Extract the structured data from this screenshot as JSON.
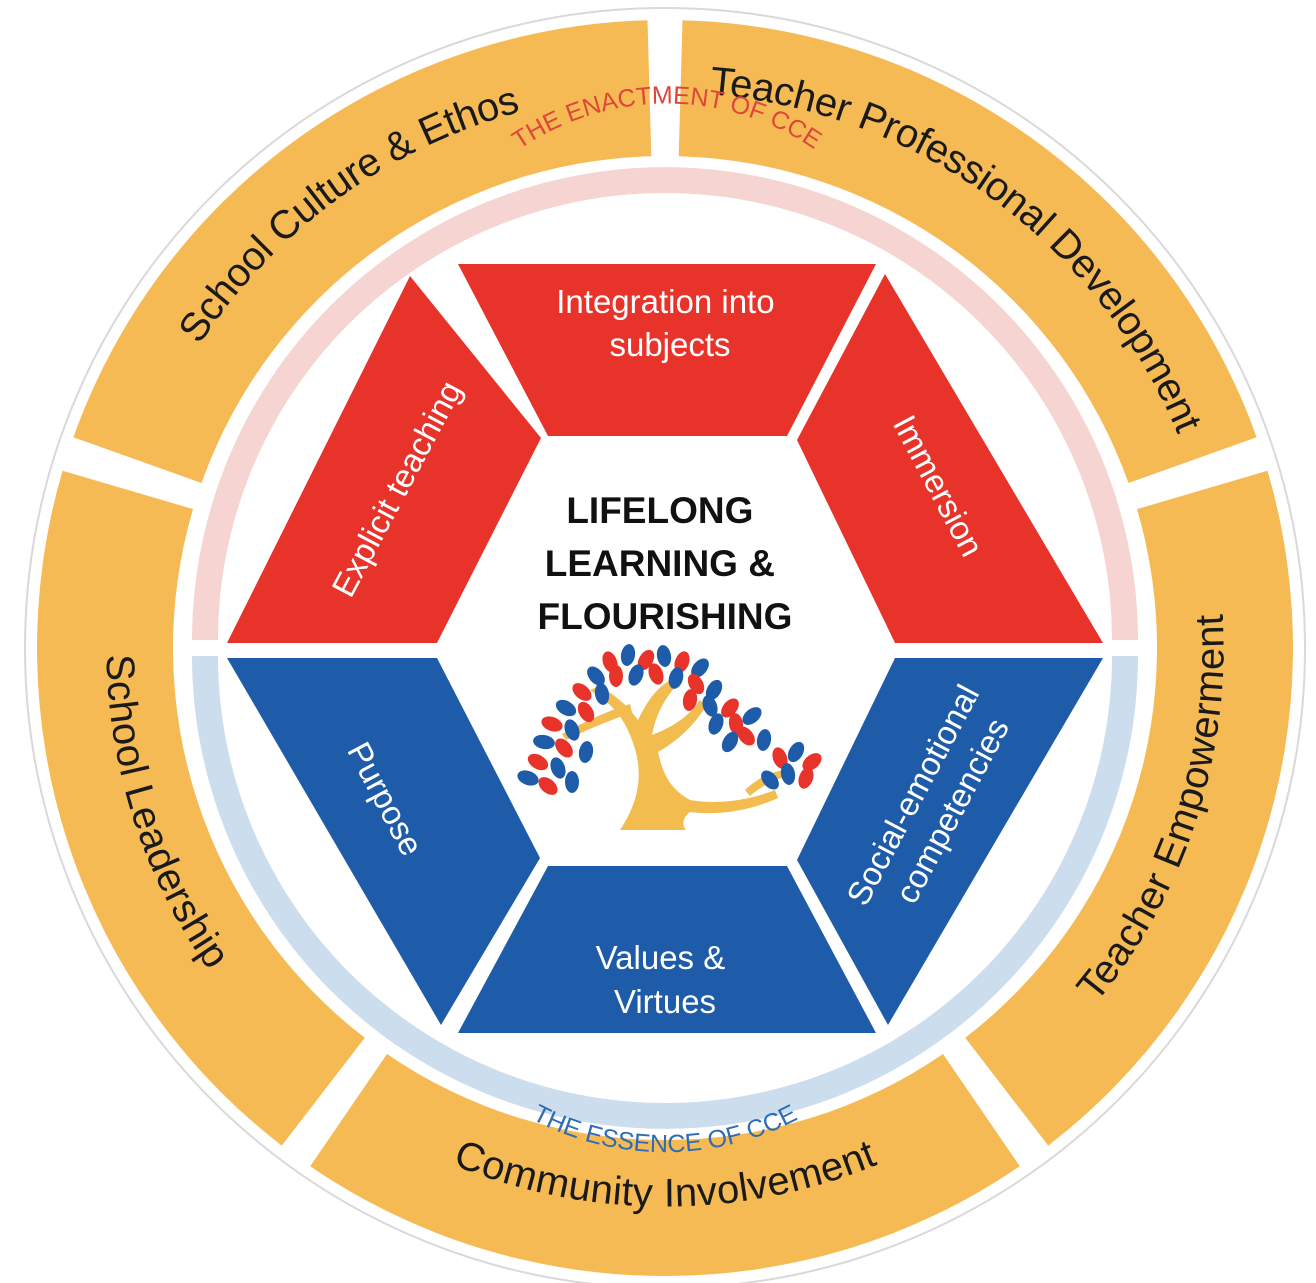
{
  "colors": {
    "outer_ring": "#F6BA55",
    "enactment": "#E8332B",
    "essence": "#1E5CA9",
    "enactment_band": "#F6D4D2",
    "essence_band": "#CCDDEE",
    "enactment_text": "#E0453A",
    "essence_text": "#2E6DB5",
    "tree_trunk": "#F2BD4E"
  },
  "outer_ring": {
    "segments": [
      {
        "label": "School Culture & Ethos"
      },
      {
        "label": "Teacher Professional Development"
      },
      {
        "label": "Teacher Empowerment"
      },
      {
        "label": "Community Involvement"
      },
      {
        "label": "School Leadership"
      }
    ]
  },
  "enactment": {
    "band_label": "THE ENACTMENT OF CCE",
    "segments": [
      {
        "label": "Explicit teaching"
      },
      {
        "label_lines": [
          "Integration into",
          "subjects"
        ]
      },
      {
        "label": "Immersion"
      }
    ]
  },
  "essence": {
    "band_label": "THE ESSENCE OF CCE",
    "segments": [
      {
        "label": "Purpose"
      },
      {
        "label_lines": [
          "Values &",
          "Virtues"
        ]
      },
      {
        "label_lines": [
          "Social-emotional",
          "competencies"
        ]
      }
    ]
  },
  "center": {
    "title_lines": [
      "LIFELONG",
      "LEARNING &",
      "FLOURISHING"
    ],
    "icon": "tree-icon"
  }
}
